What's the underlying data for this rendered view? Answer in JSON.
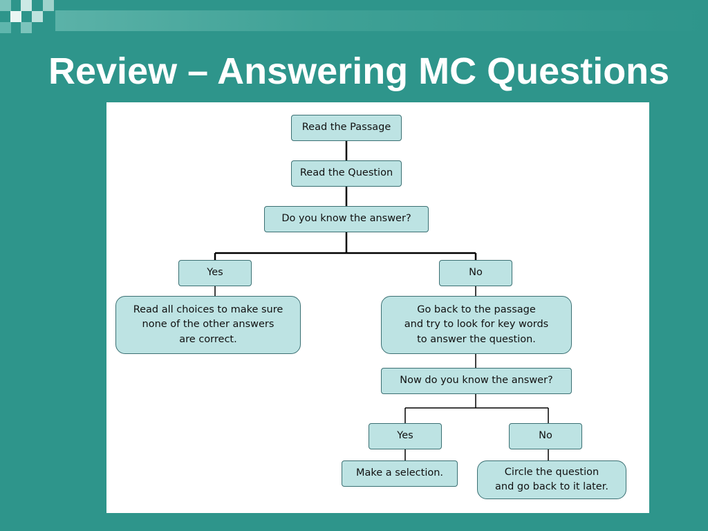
{
  "slide": {
    "title": "Review – Answering MC Questions"
  },
  "theme": {
    "background": "#2e958b",
    "box_fill": "#bde3e3",
    "box_border": "#3a6f72",
    "line_color": "#000000",
    "title_color": "#ffffff"
  },
  "flowchart": {
    "read_passage": "Read the Passage",
    "read_question": "Read the Question",
    "know_answer": "Do you know the answer?",
    "yes_1": "Yes",
    "no_1": "No",
    "yes_1_action": "Read all choices to make sure\nnone of the other answers\nare correct.",
    "no_1_action": "Go back to the passage\nand try to look for key words\nto answer the question.",
    "know_answer_2": "Now do you know the answer?",
    "yes_2": "Yes",
    "no_2": "No",
    "yes_2_action": "Make a selection.",
    "no_2_action": "Circle the question\nand go back to it later."
  }
}
